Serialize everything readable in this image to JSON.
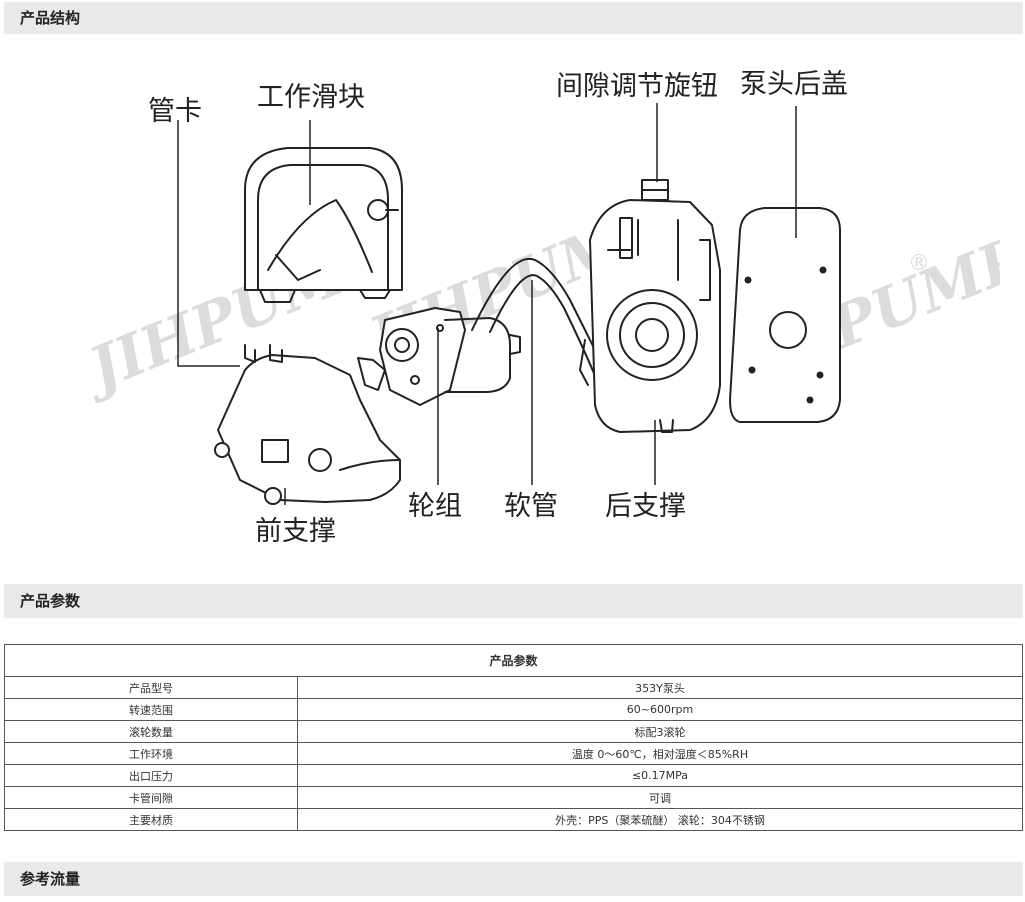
{
  "sections": {
    "structure": "产品结构",
    "params": "产品参数",
    "flow": "参考流量"
  },
  "diagram": {
    "watermark": "JIHPUMP",
    "registered": "®",
    "labels": {
      "tube_clip": "管卡",
      "slider": "工作滑块",
      "gap_knob": "间隙调节旋钮",
      "rear_cover": "泵头后盖",
      "rotor": "轮组",
      "hose": "软管",
      "rear_support": "后支撑",
      "front_support": "前支撑"
    }
  },
  "table": {
    "title": "产品参数",
    "rows": [
      {
        "key": "产品型号",
        "value": "353Y泵头"
      },
      {
        "key": "转速范围",
        "value": "60~600rpm"
      },
      {
        "key": "滚轮数量",
        "value": "标配3滚轮"
      },
      {
        "key": "工作环境",
        "value": "温度 0～60℃，相对湿度＜85%RH"
      },
      {
        "key": "出口压力",
        "value": "≤0.17MPa"
      },
      {
        "key": "卡管间隙",
        "value": "可调"
      },
      {
        "key": "主要材质",
        "value": "外壳：PPS（聚苯硫醚）  滚轮：304不锈钢"
      }
    ]
  }
}
